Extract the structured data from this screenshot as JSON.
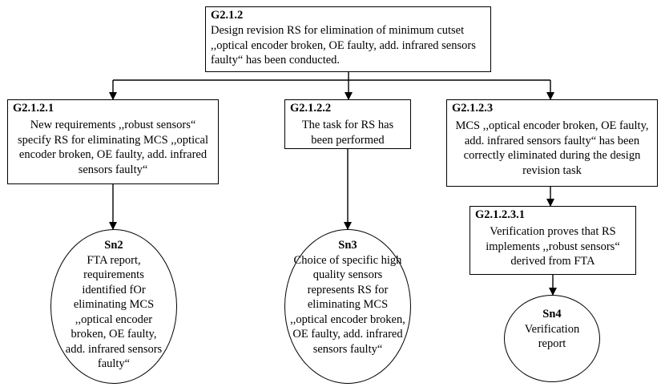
{
  "goals": {
    "g212": {
      "id": "G2.1.2",
      "text": "Design revision RS for elimination of minimum cutset ,,optical encoder broken, OE faulty, add. infrared sensors faulty“ has been conducted."
    },
    "g2121": {
      "id": "G2.1.2.1",
      "text": "New requirements ,,robust sensors“ specify RS for eliminating MCS ,,optical encoder broken, OE faulty, add. infrared sensors faulty“"
    },
    "g2122": {
      "id": "G2.1.2.2",
      "text": "The task for RS has been performed"
    },
    "g2123": {
      "id": "G2.1.2.3",
      "text": "MCS ,,optical encoder broken, OE faulty, add. infrared sensors faulty“ has been correctly eliminated during the design revision task"
    },
    "g21231": {
      "id": "G2.1.2.3.1",
      "text": "Verification proves that RS implements ,,robust sensors“ derived from FTA"
    }
  },
  "solutions": {
    "sn2": {
      "id": "Sn2",
      "text": "FTA report, requirements identified fOr eliminating MCS ,,optical encoder broken, OE faulty, add. infrared sensors faulty“"
    },
    "sn3": {
      "id": "Sn3",
      "text": "Choice of specific high quality sensors represents RS for eliminating MCS ,,optical encoder broken, OE faulty, add. infrared sensors faulty“"
    },
    "sn4": {
      "id": "Sn4",
      "text": "Verification report"
    }
  }
}
